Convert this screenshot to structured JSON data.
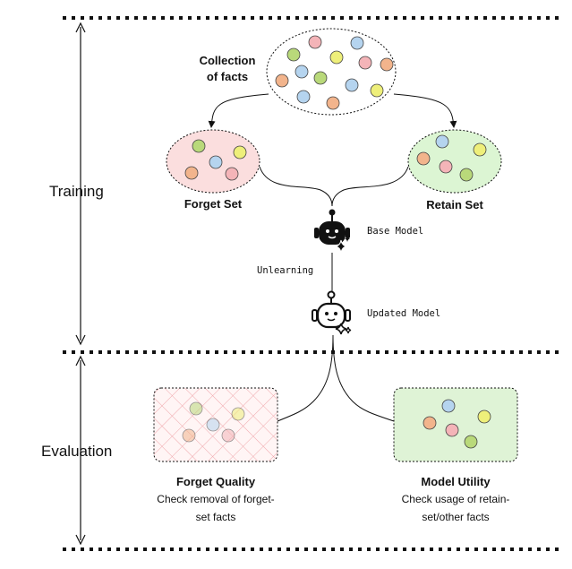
{
  "phases": {
    "training": "Training",
    "evaluation": "Evaluation"
  },
  "collection": {
    "label_line1": "Collection",
    "label_line2": "of facts"
  },
  "forget_set": {
    "label": "Forget Set"
  },
  "retain_set": {
    "label": "Retain Set"
  },
  "base_model": {
    "label": "Base Model"
  },
  "unlearning": {
    "label": "Unlearning"
  },
  "updated_model": {
    "label": "Updated Model"
  },
  "forget_quality": {
    "title": "Forget Quality",
    "desc_line1": "Check removal of forget-",
    "desc_line2": "set facts"
  },
  "model_utility": {
    "title": "Model Utility",
    "desc_line1": "Check usage of retain-",
    "desc_line2": "set/other facts"
  },
  "colors": {
    "green": "#b9d97a",
    "pink": "#f4b4b8",
    "blue": "#b5d4ef",
    "yellow": "#eeef7a",
    "orange": "#f2b48c",
    "forget_fill": "#fbdede",
    "retain_fill": "#dcf5d3",
    "eval_green": "#dff3d6"
  },
  "icons": [
    "robot-icon",
    "sparkle-icon",
    "double-arrow-icon"
  ]
}
